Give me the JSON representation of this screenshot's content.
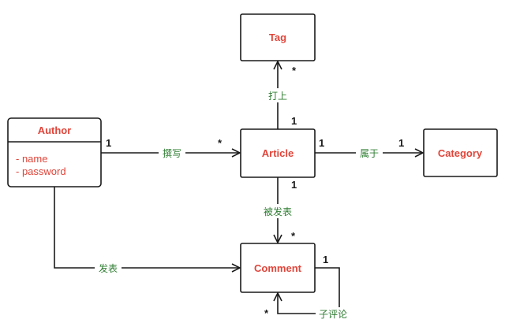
{
  "entities": {
    "tag": {
      "name": "Tag"
    },
    "author": {
      "name": "Author",
      "attributes": [
        "- name",
        "- password"
      ]
    },
    "article": {
      "name": "Article"
    },
    "category": {
      "name": "Category"
    },
    "comment": {
      "name": "Comment"
    }
  },
  "relations": {
    "article_tag": {
      "label": "打上",
      "source_mult": "1",
      "target_mult": "*"
    },
    "author_article": {
      "label": "撰写",
      "source_mult": "1",
      "target_mult": "*"
    },
    "article_category": {
      "label": "属于",
      "source_mult": "1",
      "target_mult": "1"
    },
    "article_comment": {
      "label": "被发表",
      "source_mult": "1",
      "target_mult": "*"
    },
    "author_comment": {
      "label": "发表"
    },
    "comment_self": {
      "label": "子评论",
      "source_mult": "1",
      "target_mult": "*"
    }
  }
}
